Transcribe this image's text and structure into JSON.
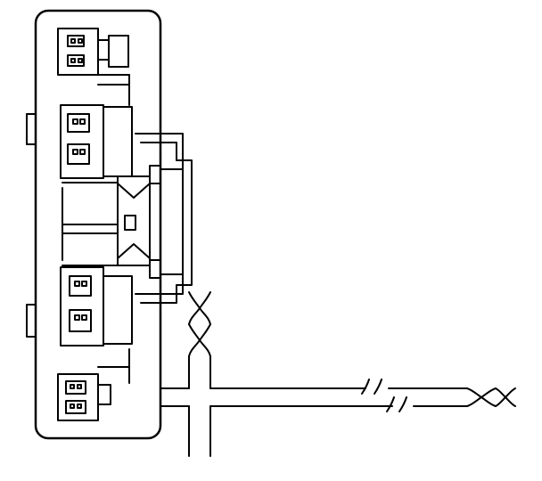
{
  "diagram": {
    "title": "",
    "colors": {
      "stroke": "#000000",
      "background": "#ffffff"
    },
    "components": [
      {
        "id": "module-housing",
        "kind": "enclosure"
      },
      {
        "id": "connector-block-1",
        "kind": "connector",
        "pins": 2
      },
      {
        "id": "connector-block-2",
        "kind": "connector",
        "pins": 2
      },
      {
        "id": "center-connector",
        "kind": "connector"
      },
      {
        "id": "connector-block-3",
        "kind": "connector",
        "pins": 2
      },
      {
        "id": "connector-block-4",
        "kind": "connector",
        "pins": 2
      },
      {
        "id": "mounting-tab-upper",
        "kind": "tab"
      },
      {
        "id": "mounting-tab-lower",
        "kind": "tab"
      },
      {
        "id": "harness-vertical",
        "kind": "wire-harness"
      },
      {
        "id": "harness-horizontal",
        "kind": "wire-harness"
      },
      {
        "id": "twisted-pair-vertical",
        "kind": "twisted-pair"
      },
      {
        "id": "twisted-pair-horizontal",
        "kind": "twisted-pair"
      },
      {
        "id": "break-mark-upper",
        "kind": "break"
      },
      {
        "id": "break-mark-lower",
        "kind": "break"
      }
    ]
  }
}
